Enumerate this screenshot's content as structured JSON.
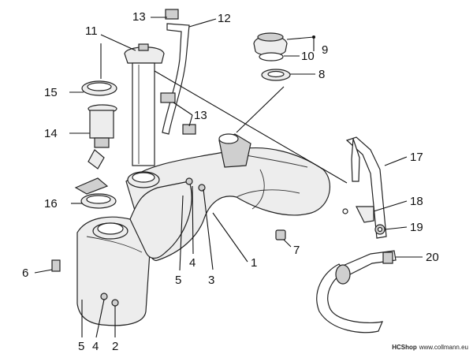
{
  "callouts": {
    "c1": "1",
    "c2": "2",
    "c3": "3",
    "c4a": "4",
    "c4b": "4",
    "c5a": "5",
    "c5b": "5",
    "c6": "6",
    "c7": "7",
    "c8": "8",
    "c9": "9",
    "c10": "10",
    "c11": "11",
    "c12": "12",
    "c13a": "13",
    "c13b": "13",
    "c14": "14",
    "c15": "15",
    "c16": "16",
    "c17": "17",
    "c18": "18",
    "c19": "19",
    "c20": "20"
  },
  "footer": {
    "brand": "HCShop",
    "site": "www.collmann.eu"
  }
}
